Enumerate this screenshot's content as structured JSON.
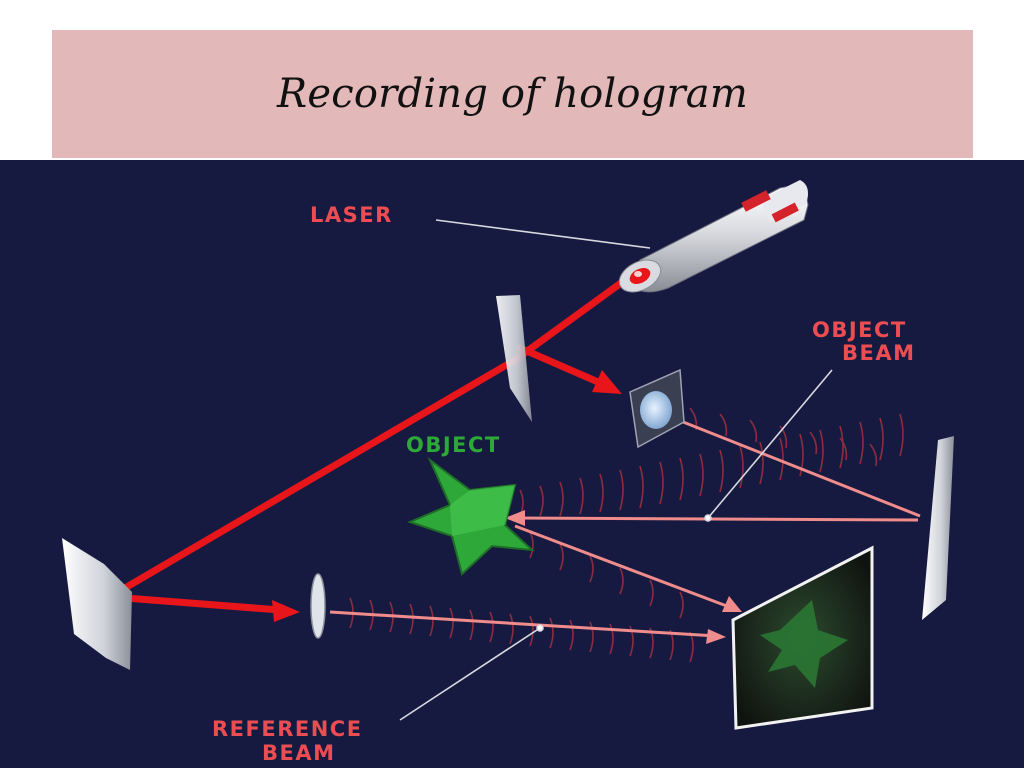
{
  "slide": {
    "title": "Recording of hologram"
  },
  "diagram": {
    "labels": {
      "laser": "LASER",
      "object_beam_line1": "OBJECT",
      "object_beam_line2": "BEAM",
      "object": "OBJECT",
      "reference_beam_line1": "REFERENCE",
      "reference_beam_line2": "BEAM"
    },
    "colors": {
      "background": "#171a40",
      "laser_beam": "#e8161b",
      "weak_beam": "#f08c8c",
      "label_red": "#ec4d52",
      "object_green": "#2fa83a",
      "title_band": "#e3b8b8"
    }
  }
}
